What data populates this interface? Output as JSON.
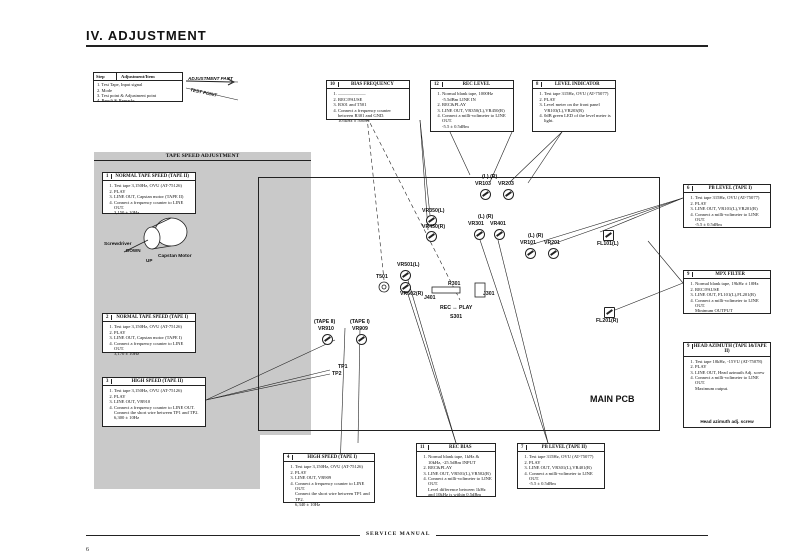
{
  "page": {
    "section_title": "IV. ADJUSTMENT",
    "footer": "SERVICE MANUAL",
    "page_number": "6"
  },
  "legend_table": {
    "header_step": "Step",
    "header_item": "Adjustment/Item",
    "rows": [
      "1. Test Tape, Input signal",
      "2. Mode",
      "3. Test point & Adjustment point",
      "4. Result & Remarks"
    ],
    "arrow_adjust": "ADJUSTMENT PART",
    "arrow_test": "TEST POINT"
  },
  "tape_speed_title": "TAPE SPEED ADJUSTMENT",
  "boxes": {
    "normal_speed_tape2": {
      "num": "1",
      "title": "NORMAL TAPE SPEED (TAPE II)",
      "steps": [
        "Test tape 3,150Hz, OVU (AT-75126)",
        "PLAY",
        "LINE OUT, Capstan motor (TAPE II)",
        "Connect a frequency counter to LINE OUT."
      ],
      "result": "3,150 ± 10Hz"
    },
    "normal_speed_tape1": {
      "num": "2",
      "title": "NORMAL TAPE SPEED (TAPE I)",
      "steps": [
        "Test tape 3,150Hz, OVU (AT-75126)",
        "PLAY",
        "LINE OUT, Capstan motor (TAPE I)",
        "Connect a frequency counter to LINE OUT."
      ],
      "result": "3,170 ± 10Hz"
    },
    "high_speed_tape2": {
      "num": "3",
      "title": "HIGH SPEED (TAPE II)",
      "steps": [
        "Test tape 3,150Hz, OVU (AT-75126)",
        "PLAY",
        "LINE OUT, VR910",
        "Connect a frequency counter to LINE OUT."
      ],
      "note": "Connect the short wire between TP1 and TP2.",
      "result": "6,300 ± 10Hz"
    },
    "high_speed_tape1": {
      "num": "4",
      "title": "HIGH SPEED (TAPE I)",
      "steps": [
        "Test tape 3,150Hz, OVU (AT-75126)",
        "PLAY",
        "LINE OUT, VR909",
        "Connect a frequency counter to LINE OUT."
      ],
      "note": "Connect the short wire between TP1 and TP2.",
      "result": "6,340 ± 10Hz"
    },
    "pb_level_tape1": {
      "num": "6",
      "title": "PB LEVEL (TAPE I)",
      "steps": [
        "Test tape 315Hz, OVU (AT-75077)",
        "PLAY",
        "LINE OUT, VR101(L),VR201(R)",
        "Connect a milli-voltmeter to LINE OUT."
      ],
      "result": "-5.5 ± 0.5dBm"
    },
    "pb_level_tape2": {
      "num": "7",
      "title": "PB LEVEL (TAPE II)",
      "steps": [
        "Test tape 315Hz, OVU (AT-75077)",
        "PLAY",
        "LINE OUT, VR301(L),VR401(R)",
        "Connect a milli-voltmeter to LINE OUT."
      ],
      "result": "-5.5 ± 0.5dBm"
    },
    "level_indicator": {
      "num": "8",
      "title": "LEVEL INDICATOR",
      "steps": [
        "Test tape 315Hz, OVU (AT-75077)",
        "PLAY",
        "Level meter on the front panel VR103(L),VR203(R)",
        "0dB green LED of the level meter is light."
      ]
    },
    "mpx_filter": {
      "num": "9",
      "title": "MPX FILTER",
      "steps": [
        "Normal blank tape, 19kHz ± 10Hz",
        "REC/PAUSE",
        "LINE OUT, FL101(L),FL201(R)",
        "Connect a milli-voltmeter to LINE OUT."
      ],
      "result": "Minimum OUTPUT"
    },
    "head_azimuth": {
      "num": "9",
      "title": "HEAD AZIMUTH (TAPE I&TAPE II)",
      "steps": [
        "Test tape 10kHz, -15VU (AT-75078)",
        "PLAY",
        "LINE OUT, Head azimuth Adj. screw",
        "Connect a milli-voltmeter to LINE OUT."
      ],
      "result": "Maximum output.",
      "caption": "Head azimuth adj. screw"
    },
    "bias_frequency": {
      "num": "10",
      "title": "BIAS FREQUENCY",
      "steps": [
        "——————",
        "REC/PAUSE",
        "R301 and T501",
        "Connect a frequency counter between R301 and GND."
      ],
      "result": "105kHz ± 500Hz"
    },
    "rec_bias": {
      "num": "11",
      "title": "REC BIAS",
      "steps": [
        "Normal blank tape, 1kHz & 10kHz, -25.5dBm INPUT",
        "REC&PLAY",
        "LINE OUT, VR501(L),VR502(R)",
        "Connect a milli-voltmeter to LINE OUT."
      ],
      "result": "Level difference between 1kHz and 10kHz is within 0.5dBm"
    },
    "rec_level": {
      "num": "12",
      "title": "REC LEVEL",
      "steps": [
        "Normal blank tape, 1000Hz -5.5dBm LINE IN",
        "REC&PLAY",
        "LINE OUT, VR350(L),VR450(R)",
        "Connect a milli-voltmeter to LINE OUT."
      ],
      "result": "-5.5 ± 0.5dBm"
    }
  },
  "diagram": {
    "screwdriver": "Screwdriver",
    "down": "DOWN",
    "up": "UP",
    "capstan_motor": "Capstan Motor",
    "pcb_label": "MAIN PCB",
    "lr_top": "(L)  (R)",
    "vr103": "VR103",
    "vr203": "VR203",
    "vr350": "VR350(L)",
    "vr450": "VR450(R)",
    "lr_mid": "(L)  (R)",
    "vr301": "VR301",
    "vr401": "VR401",
    "lr_right": "(L)  (R)",
    "vr101": "VR101",
    "vr201": "VR201",
    "fl101": "FL101(L)",
    "fl201": "FL201(R)",
    "vr501": "VR501(L)",
    "vr502": "VR502(R)",
    "t501": "T501",
    "r301": "R301",
    "j401": "J401",
    "j301": "J301",
    "rec_play": "REC ↔ PLAY",
    "s301": "S301",
    "tape2": "(TAPE II)",
    "tape1": "(TAPE I)",
    "vr910": "VR910",
    "vr909": "VR909",
    "tp1": "TP1",
    "tp2": "TP2"
  }
}
